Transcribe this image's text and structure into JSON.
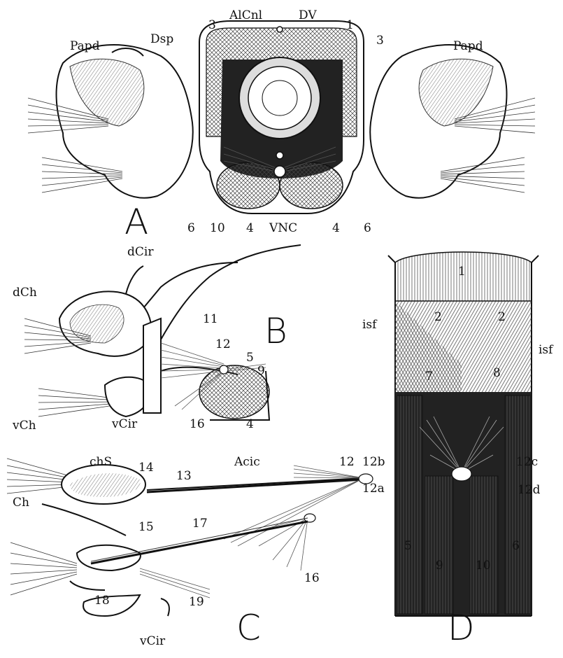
{
  "panels": {
    "A": {
      "letter": "A",
      "labels": {
        "papd_left": "Papd",
        "papd_right": "Papd",
        "dsp": "Dsp",
        "alcnl": "AlCnl",
        "dv": "DV",
        "n1": "1",
        "n3_left": "3",
        "n3_right": "3",
        "n6_left": "6",
        "n10": "10",
        "n4_left": "4",
        "vnc": "VNC",
        "n4_right": "4",
        "n6_right": "6"
      }
    },
    "B": {
      "letter": "B",
      "labels": {
        "dcir": "dCir",
        "dch": "dCh",
        "n11": "11",
        "n12": "12",
        "n5": "5",
        "n9": "9",
        "vch": "vCh",
        "vcir": "vCir",
        "n16": "16",
        "n4": "4"
      }
    },
    "C": {
      "letter": "C",
      "labels": {
        "chs": "chS",
        "n14": "14",
        "acic": "Acic",
        "n13": "13",
        "n12": "12",
        "ch": "Ch",
        "n15": "15",
        "n17": "17",
        "n16": "16",
        "n18": "18",
        "n19": "19",
        "vcir": "vCir"
      }
    },
    "D": {
      "letter": "D",
      "labels": {
        "n1": "1",
        "n2_left": "2",
        "n2_right": "2",
        "isf_left": "isf",
        "isf_right": "isf",
        "n7": "7",
        "n8": "8",
        "n12b": "12b",
        "n12c": "12c",
        "n12a": "12a",
        "n12d": "12d",
        "n5": "5",
        "n9": "9",
        "n10": "10",
        "n6": "6"
      }
    }
  }
}
